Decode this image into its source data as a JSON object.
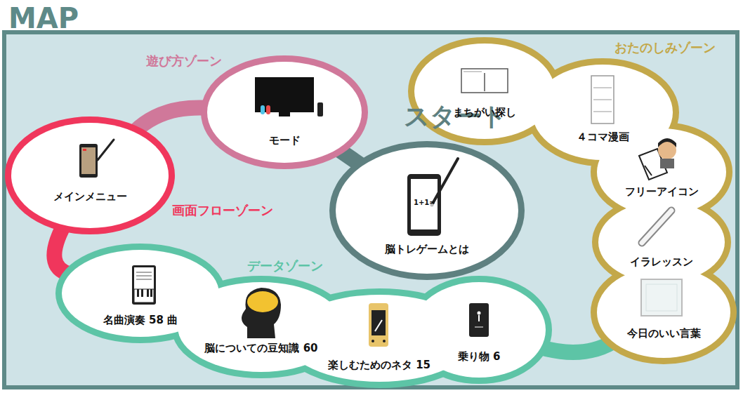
{
  "diagram": {
    "title": "MAP",
    "nodes": [
      {
        "text": [
          "スタート",
          "脳トレゲームとは"
        ]
      },
      {
        "text": [
          "モード"
        ]
      },
      {
        "text": [
          "メインメニュー"
        ]
      },
      {
        "text": [
          "名曲演奏 58 曲"
        ]
      },
      {
        "text": [
          "脳についての豆知識 60"
        ]
      },
      {
        "text": [
          "楽しむためのネタ 15"
        ]
      },
      {
        "text": [
          "乗り物 6"
        ]
      },
      {
        "text": [
          "今日のいい言葉"
        ]
      },
      {
        "text": [
          "イラレッスン"
        ]
      },
      {
        "text": [
          "フリーアイコン"
        ]
      },
      {
        "text": [
          "４コマ漫画"
        ]
      },
      {
        "text": [
          "まちがい探し"
        ]
      }
    ],
    "edges": [
      {
        "from": 0,
        "to": 1,
        "arrow": "none"
      },
      {
        "from": 1,
        "to": 2,
        "arrow": "none"
      },
      {
        "from": 2,
        "to": 3,
        "arrow": "none"
      },
      {
        "from": 6,
        "to": 7,
        "arrow": "none"
      }
    ],
    "labels": [
      "遊び方ゾーン",
      "画面フローゾーン",
      "データゾーン",
      "おたのしみゾーン",
      "1+1="
    ]
  }
}
